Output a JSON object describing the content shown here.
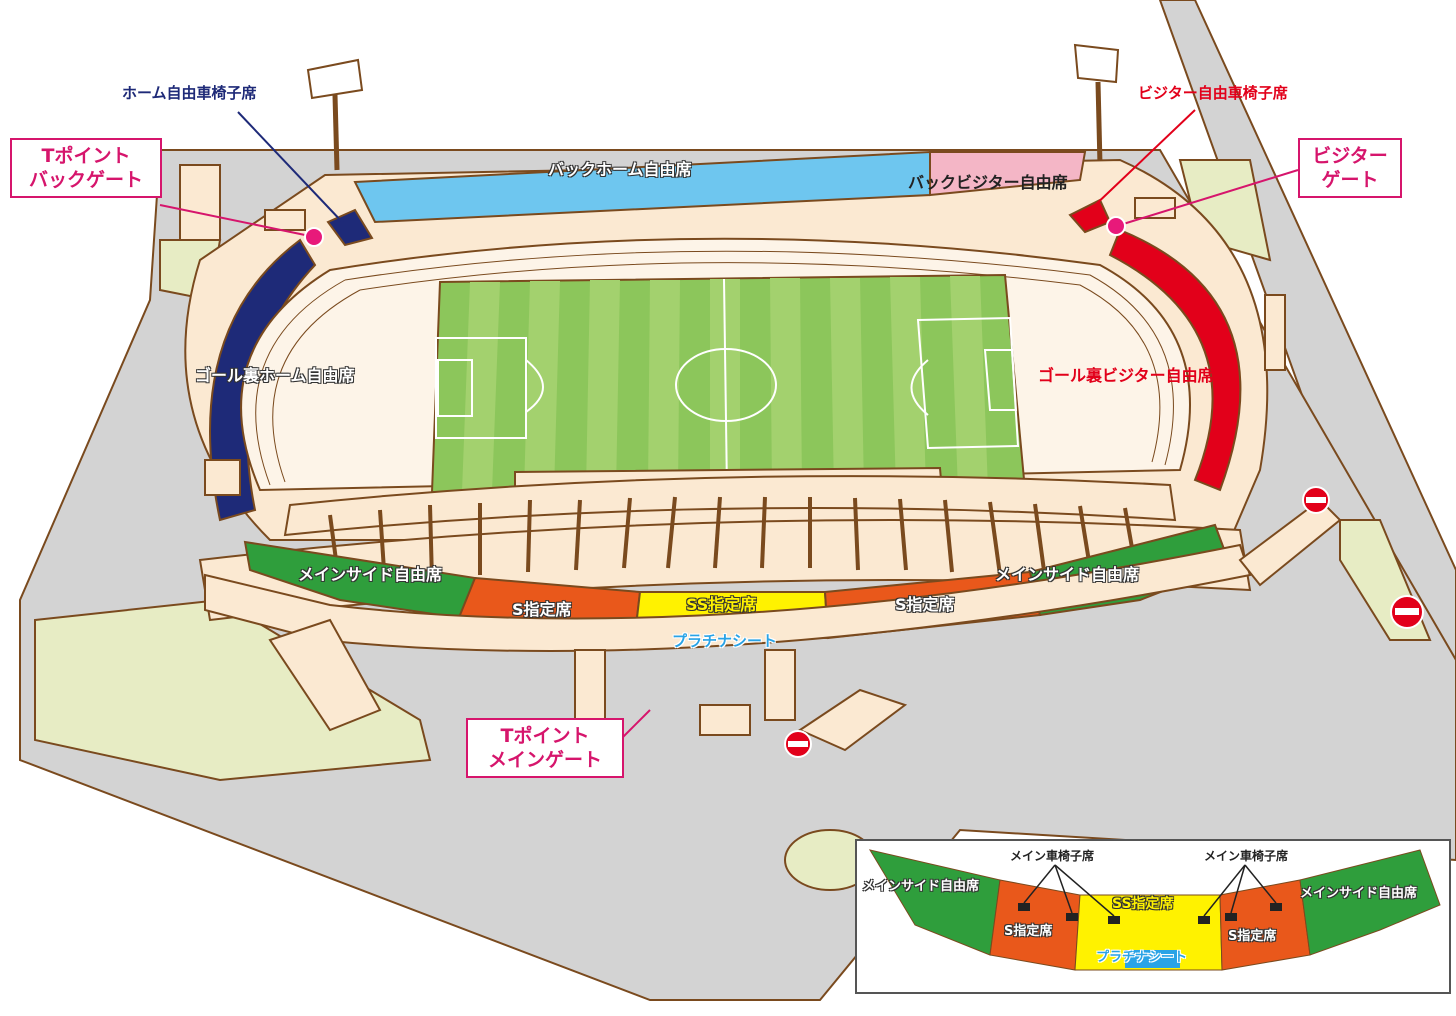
{
  "labels": {
    "home_wheelchair": "ホーム自由車椅子席",
    "visitor_wheelchair": "ビジター自由車椅子席",
    "back_home_free": "バックホーム自由席",
    "back_visitor_free": "バックビジター自由席",
    "goal_home_free": "ゴール裏ホーム自由席",
    "goal_visitor_free": "ゴール裏ビジター自由席",
    "main_side_free_left": "メインサイド自由席",
    "main_side_free_right": "メインサイド自由席",
    "s_reserved_left": "S指定席",
    "s_reserved_right": "S指定席",
    "ss_reserved": "SS指定席",
    "platinum_seat": "プラチナシート"
  },
  "gates": {
    "t_point_back_line1": "Tポイント",
    "t_point_back_line2": "バックゲート",
    "visitor_line1": "ビジター",
    "visitor_line2": "ゲート",
    "t_point_main_line1": "Tポイント",
    "t_point_main_line2": "メインゲート"
  },
  "inset": {
    "main_side_free_left": "メインサイド自由席",
    "main_side_free_right": "メインサイド自由席",
    "main_wheelchair_left": "メイン車椅子席",
    "main_wheelchair_right": "メイン車椅子席",
    "ss_reserved": "SS指定席",
    "s_reserved_left": "S指定席",
    "s_reserved_right": "S指定席",
    "platinum_seat": "プラチナシート"
  },
  "colors": {
    "home_navy": "#1e2a78",
    "visitor_red": "#e2001a",
    "back_home_blue": "#6ec6ef",
    "back_visitor_pink": "#f4b6c6",
    "main_side_green": "#2f9e3c",
    "s_orange": "#e9581b",
    "ss_yellow": "#fff200",
    "platinum_blue": "#29a3e6",
    "gate_magenta": "#d6156c",
    "structure_brown": "#7a4a1e",
    "pitch_green": "#8cc65b",
    "ground_gray": "#d3d3d3",
    "lawn": "#e7ecc4"
  },
  "icons": [
    "no-entry-icon"
  ]
}
